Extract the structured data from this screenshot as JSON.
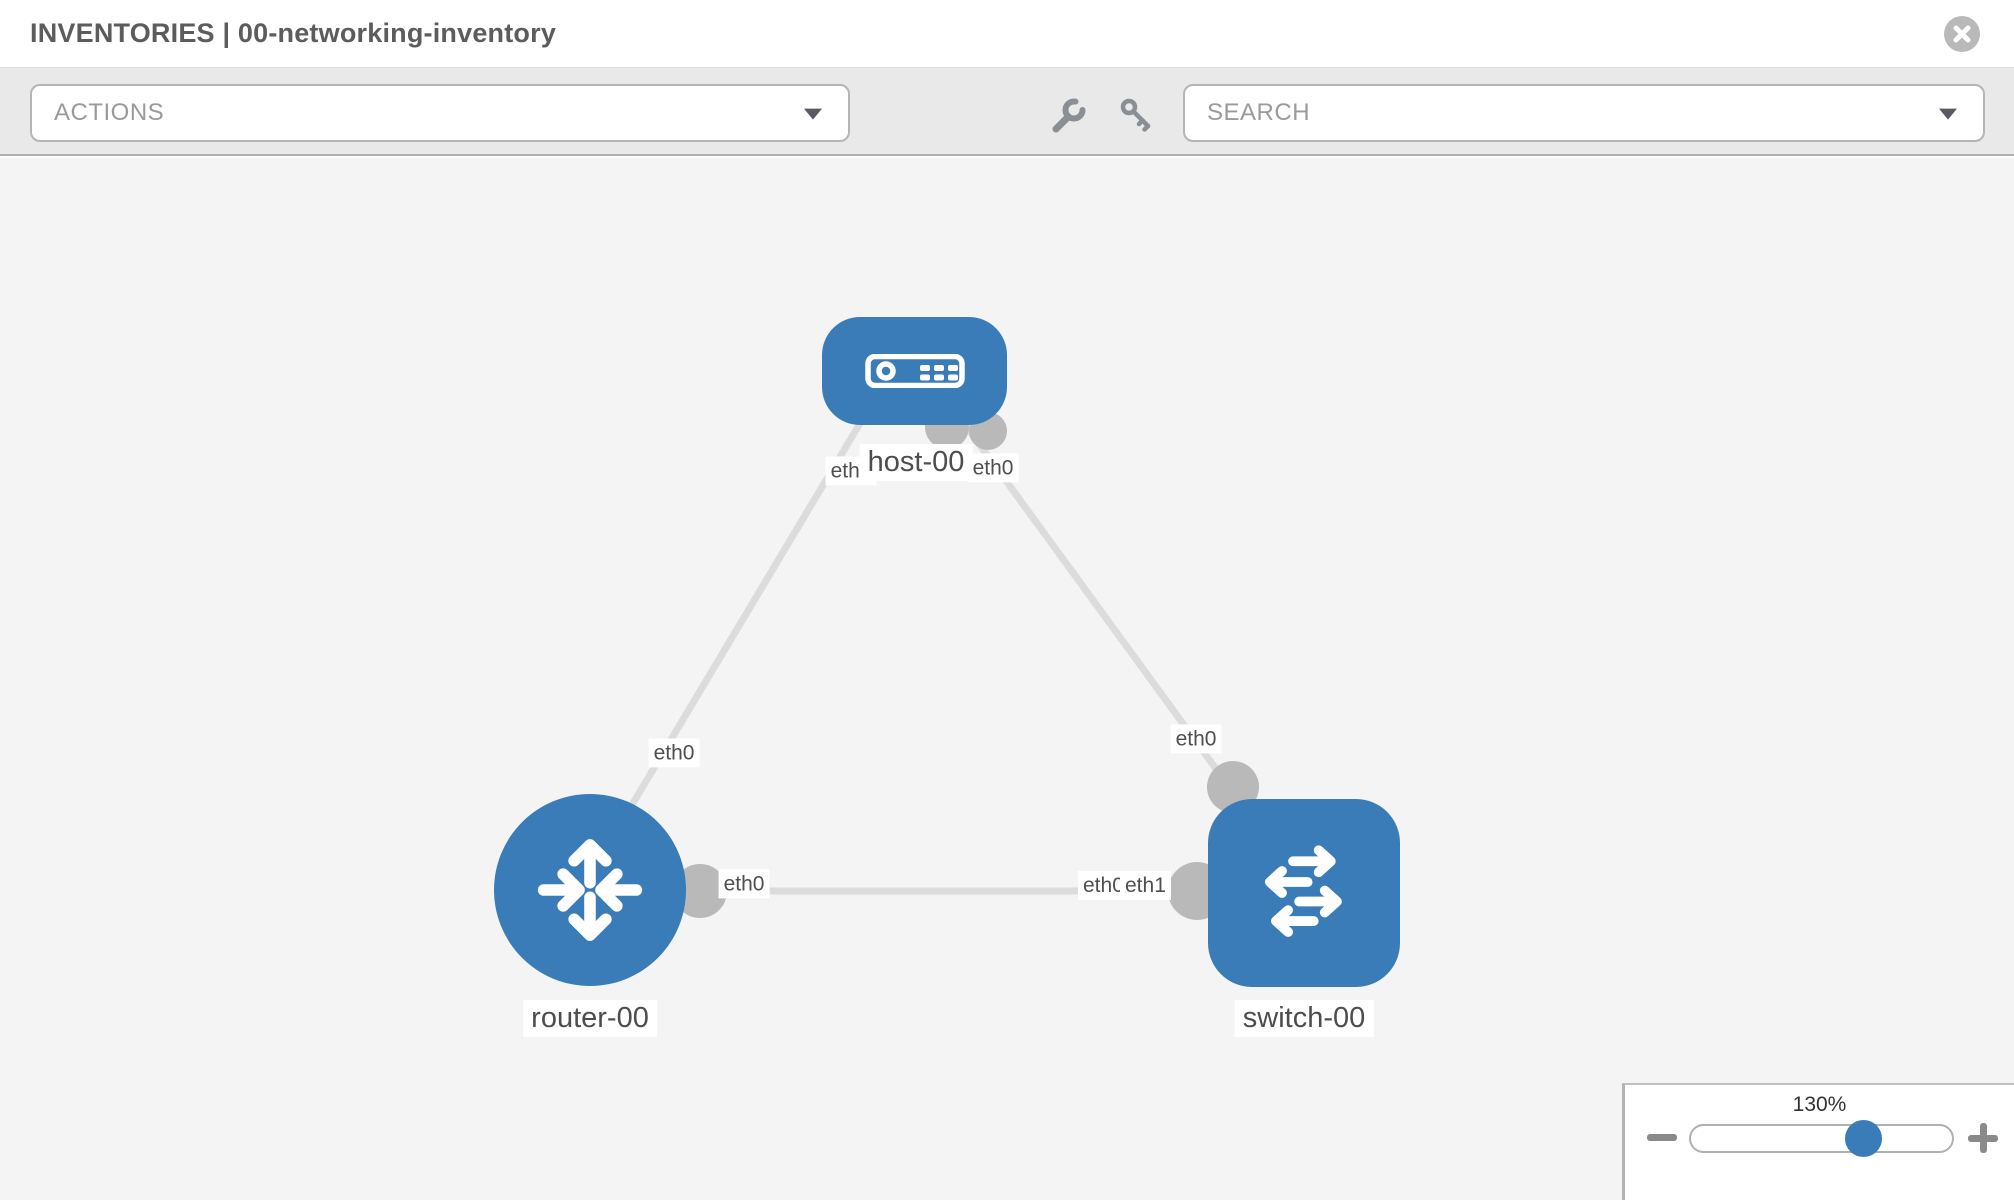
{
  "header": {
    "title": "INVENTORIES | 00-networking-inventory"
  },
  "toolbar": {
    "actions_label": "ACTIONS",
    "search_placeholder": "SEARCH"
  },
  "topology": {
    "nodes": [
      {
        "name": "host-00",
        "type": "host"
      },
      {
        "name": "router-00",
        "type": "router"
      },
      {
        "name": "switch-00",
        "type": "switch"
      }
    ],
    "links": [
      {
        "source": "host-00",
        "source_interface": "eth0",
        "target": "router-00",
        "target_interface": "eth0"
      },
      {
        "source": "host-00",
        "source_interface": "eth0",
        "target": "switch-00",
        "target_interface": "eth0"
      },
      {
        "source": "router-00",
        "source_interface": "eth0",
        "target": "switch-00",
        "target_interface": "eth1",
        "occluded_label_behind_target": "eth0"
      }
    ],
    "interface_labels": {
      "link1_host": "eth0",
      "link1_router": "eth0",
      "link2_host": "eth0",
      "link2_switch": "eth0",
      "link3_router": "eth0",
      "link3_switch_back": "eth0",
      "link3_switch_front": "eth1"
    }
  },
  "zoom_control": {
    "level": "130%"
  },
  "icons": {
    "close": "circle-x",
    "actions_caret": "triangle-down",
    "search_caret": "triangle-down",
    "wrench": "wrench",
    "key": "key",
    "host": "server",
    "router": "arrows-cross",
    "switch": "arrows-exchange",
    "zoom_out": "minus",
    "zoom_in": "plus"
  },
  "colors": {
    "node_blue": "#3a7cb8",
    "link_gray": "#dcdcdc",
    "connector_gray": "#b9b9b9",
    "canvas_bg": "#f4f4f4",
    "toolbar_bg": "#e9e9e9",
    "label_text": "#4d4d4d",
    "muted_text": "#9a9a9a",
    "title_text": "#5c5c5c",
    "icon_gray": "#8a8f96"
  }
}
